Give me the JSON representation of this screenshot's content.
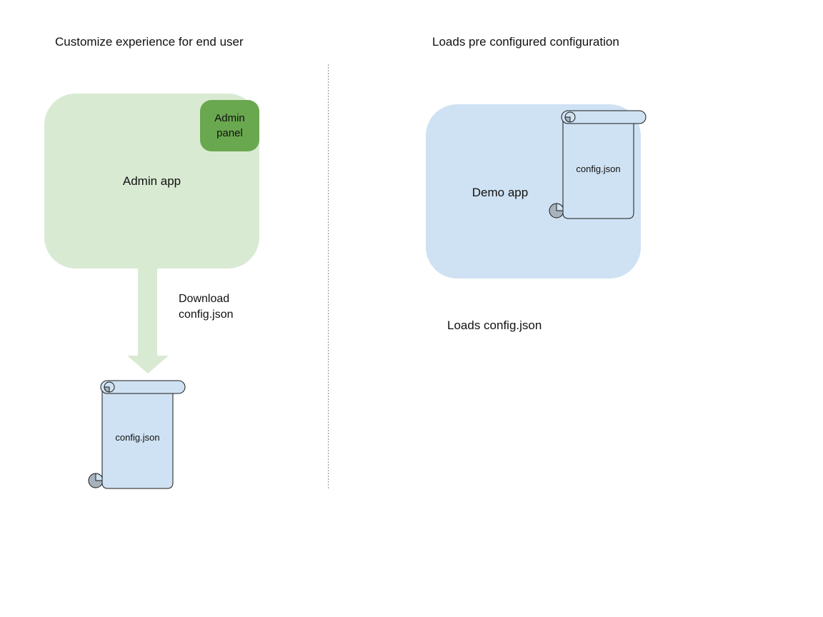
{
  "diagram": {
    "left": {
      "title": "Customize experience for end user",
      "admin_app_label": "Admin app",
      "admin_panel_label": "Admin panel",
      "arrow_label_line1": "Download",
      "arrow_label_line2": "config.json",
      "file_label": "config.json"
    },
    "right": {
      "title": "Loads pre configured configuration",
      "demo_app_label": "Demo app",
      "file_label": "config.json",
      "caption": "Loads config.json"
    }
  },
  "colors": {
    "admin_app_fill": "#d9ead3",
    "admin_panel_fill": "#6aa84f",
    "arrow_fill": "#d9ead3",
    "demo_app_fill": "#cfe2f3",
    "scroll_fill": "#cfe2f3",
    "scroll_curl_fill": "#a7b2bc",
    "outline": "#1a1a1a",
    "divider": "#8f8f8f",
    "text": "#111111"
  }
}
